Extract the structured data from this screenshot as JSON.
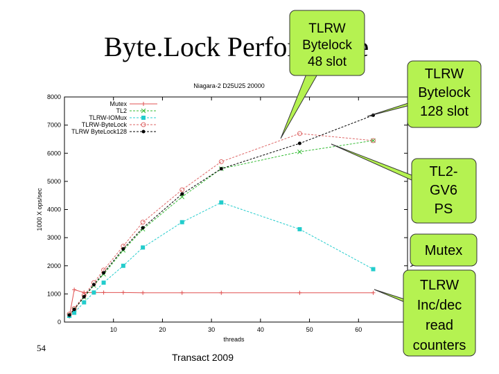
{
  "slide": {
    "title": "Byte.Lock Performance",
    "footer": "Transact 2009",
    "slide_number": "54"
  },
  "callouts": [
    {
      "id": "tlrw48",
      "lines": [
        "TLRW",
        "Bytelock",
        "48 slot"
      ]
    },
    {
      "id": "tlrw128",
      "lines": [
        "TLRW",
        "Bytelock",
        "128 slot"
      ]
    },
    {
      "id": "tl2",
      "lines": [
        "TL2-",
        "GV6",
        "PS"
      ]
    },
    {
      "id": "mutex",
      "lines": [
        "Mutex"
      ]
    },
    {
      "id": "incdec",
      "lines": [
        "TLRW",
        "Inc/dec",
        "read",
        "counters"
      ]
    }
  ],
  "colors": {
    "callout_fill": "#b5f251",
    "callout_stroke": "#333333"
  },
  "chart_data": {
    "type": "line",
    "title": "Niagara-2 D25U25 20000",
    "xlabel": "threads",
    "ylabel": "1000 X ops/sec",
    "xlim": [
      0,
      70
    ],
    "ylim": [
      0,
      8000
    ],
    "xticks": [
      10,
      20,
      30,
      40,
      50,
      60
    ],
    "yticks": [
      0,
      1000,
      2000,
      3000,
      4000,
      5000,
      6000,
      7000,
      8000
    ],
    "legend_position": "top-left",
    "series": [
      {
        "name": "Mutex",
        "color": "#e05050",
        "marker": "plus",
        "x": [
          1,
          2,
          4,
          6,
          8,
          12,
          16,
          24,
          32,
          48,
          63
        ],
        "y": [
          200,
          1150,
          1050,
          1050,
          1050,
          1050,
          1040,
          1040,
          1040,
          1040,
          1040
        ]
      },
      {
        "name": "TL2",
        "color": "#33bb33",
        "marker": "x",
        "x": [
          1,
          2,
          4,
          6,
          8,
          12,
          16,
          24,
          32,
          48,
          63
        ],
        "y": [
          250,
          450,
          880,
          1300,
          1700,
          2550,
          3300,
          4450,
          5450,
          6050,
          6450
        ]
      },
      {
        "name": "TLRW-IOMux",
        "color": "#22cccc",
        "marker": "square",
        "x": [
          1,
          2,
          4,
          6,
          8,
          12,
          16,
          24,
          32,
          48,
          63
        ],
        "y": [
          220,
          330,
          700,
          1050,
          1400,
          2000,
          2650,
          3550,
          4250,
          3300,
          1880
        ]
      },
      {
        "name": "TLRW-ByteLock",
        "color": "#dd6666",
        "marker": "circle",
        "x": [
          1,
          2,
          4,
          6,
          8,
          12,
          16,
          24,
          32,
          48,
          63
        ],
        "y": [
          280,
          480,
          950,
          1400,
          1850,
          2700,
          3550,
          4700,
          5700,
          6700,
          6450
        ]
      },
      {
        "name": "TLRW ByteLock128",
        "color": "#000000",
        "marker": "dot",
        "x": [
          1,
          2,
          4,
          6,
          8,
          12,
          16,
          24,
          32,
          48,
          63
        ],
        "y": [
          250,
          450,
          900,
          1330,
          1750,
          2600,
          3350,
          4550,
          5450,
          6350,
          7350
        ]
      }
    ]
  }
}
